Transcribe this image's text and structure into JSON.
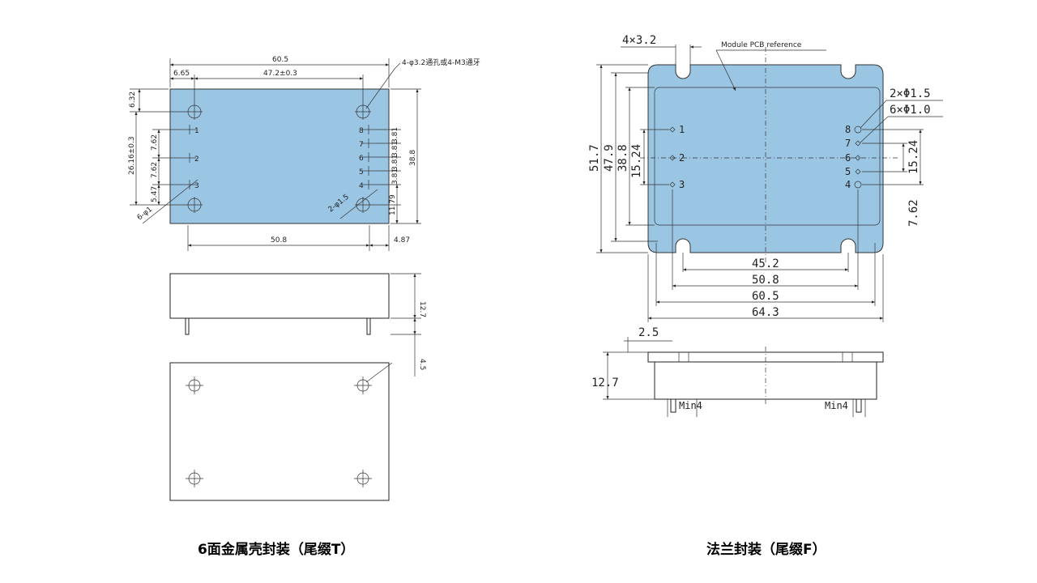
{
  "captions": {
    "left": "6面金属壳封装（尾缀T）",
    "right": "法兰封装（尾缀F）"
  },
  "left_top_view": {
    "overall_width": "60.5",
    "hole_span": "47.2±0.3",
    "left_offset": "6.65",
    "hole_callout": "4-φ3.2通孔或4-M3通牙",
    "top_offset": "6.32",
    "left_vertical_span": "26.16±0.3",
    "pin_pitch_a": "7.62",
    "pin_pitch_b": "7.62",
    "bottom_pin_offset": "5.47",
    "right_pitch_labels": [
      "3.81",
      "3.81",
      "3.81",
      "3.81"
    ],
    "overall_height": "38.8",
    "bottom_right_offset": "11.79",
    "small_pin_callout": "6-φ1",
    "large_pin_callout": "2-φ1.5",
    "pin_span": "50.8",
    "right_edge_offset": "4.87",
    "left_pins": [
      "1",
      "2",
      "3"
    ],
    "right_pins": [
      "8",
      "7",
      "6",
      "5",
      "4"
    ]
  },
  "left_side_view": {
    "body_height": "12.7",
    "pin_length": "4.5"
  },
  "right_top_view": {
    "slot_label": "4×3.2",
    "pcb_reference": "Module PCB reference",
    "large_pin_callout": "2×Φ1.5",
    "small_pin_callout": "6×Φ1.0",
    "dims_vertical_left": [
      "51.7",
      "47.9",
      "38.8",
      "15.24"
    ],
    "dims_vertical_right": [
      "15.24",
      "7.62"
    ],
    "dims_horizontal": [
      "45.2",
      "50.8",
      "60.5",
      "64.3"
    ],
    "left_pins": [
      "1",
      "2",
      "3"
    ],
    "right_pins": [
      "8",
      "7",
      "6",
      "5",
      "4"
    ]
  },
  "right_side_view": {
    "flange_thickness": "2.5",
    "body_height": "12.7",
    "pin_min": "Min4"
  }
}
